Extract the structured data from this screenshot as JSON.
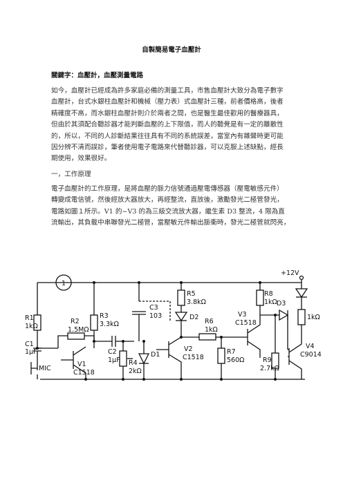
{
  "document": {
    "title": "自製簡易電子血壓計",
    "keywords": "關鍵字：血壓計，血壓測量電路",
    "intro_lines": [
      "如今，血壓計已經成為許多家庭必備的測量工具，市售血壓計大致分為電子數字",
      "血壓計，台式水銀柱血壓計和機械（壓力表）式血壓計三種，前者價格高，後者",
      "精確度不高，而水銀柱血壓計則介於兩者之間，也是醫生最佳歡用的醫療器具，",
      "但由於其須配合聽診器才能判斷血壓的上下限值，而人的聽覺是有一定的離散性",
      "的，所以，不同的人診斷結果往往具有不同的系統誤差，當室內有雜聲時更可能",
      "因分辨不清而誤診，筆者使用電子電路來代替聽診器，可以克服上述缺點，經長",
      "期使用，效果很好。"
    ],
    "section_heading": "一，工作原理",
    "principle_lines": [
      "電子血壓計的工作原理，是將血壓的脈力信號通過壓電傳感器（壓電敏感元件）",
      "轉變成電信號，然後經放大器放大，再經整流，直放後，激勵發光二極管發光，",
      "電路如圖１所示。V1 的~V3 的為三級交流放大器，繼生素 D3 整流，4 限為直",
      "流輸出，其負載中串聯發光二極管，當壓敏元件輸出脈衝時，發光二極管就閃亮，"
    ]
  },
  "circuit": {
    "figure_number": "1",
    "supply": "+12V",
    "labels": {
      "r1_name": "R1",
      "r1_val": "1kΩ",
      "c1_name": "C1",
      "c1_val": "1μF",
      "mic": "MIC",
      "r2_name": "R2",
      "r2_val": "1.5MΩ",
      "v1_name": "V1",
      "v1_val": "C1518",
      "r3_name": "R3",
      "r3_val": "3.3kΩ",
      "c2_name": "C2",
      "c2_val": "1μF",
      "r4_name": "R4",
      "r4_val": "2kΩ",
      "d1": "D1",
      "c3_name": "C3",
      "c3_val": "103",
      "r5_name": "R5",
      "r5_val": "3.8kΩ",
      "d2": "D2",
      "v2_name": "V2",
      "v2_val": "C1518",
      "r6_name": "R6",
      "r6_val": "1kΩ",
      "r7_name": "R7",
      "r7_val": "560Ω",
      "r8_name": "R8",
      "r8_val": "1kΩ",
      "v3_name": "V3",
      "v3_val": "C1518",
      "d3": "D3",
      "r9_name": "R9",
      "r9_val": "2.7kΩ",
      "v4_name": "V4",
      "v4_val": "C9014",
      "led_r": "1kΩ"
    }
  }
}
